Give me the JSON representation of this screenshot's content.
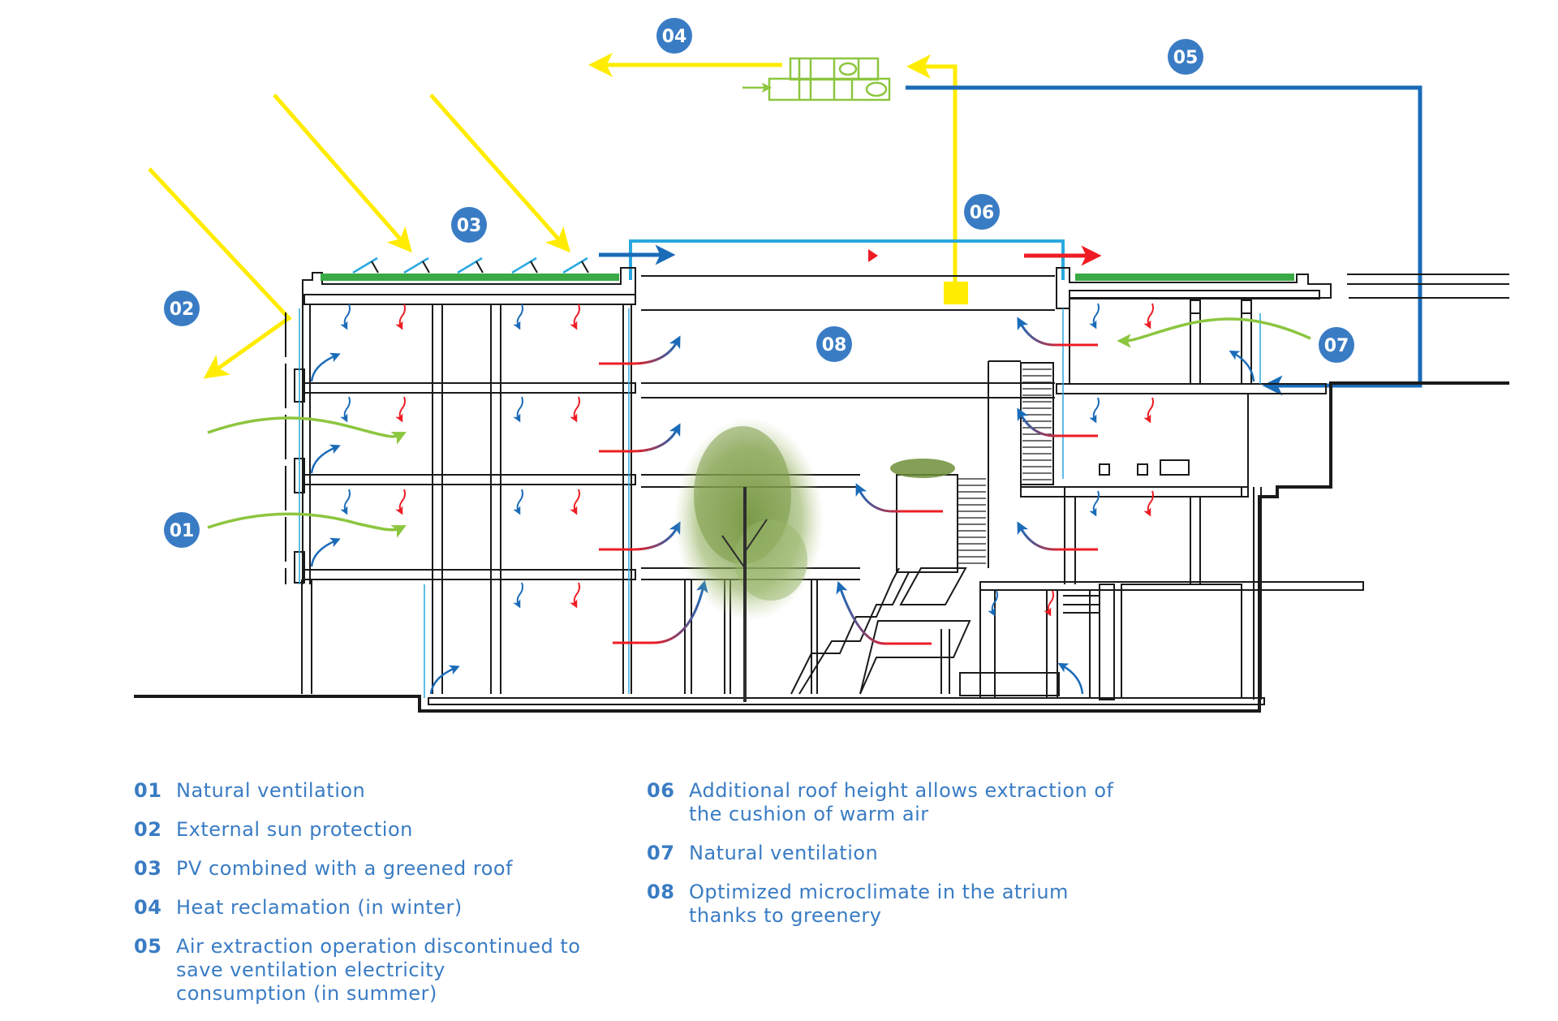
{
  "colors": {
    "badge": "#3a7cc4",
    "sun": "#ffec00",
    "green_roof": "#3aaa45",
    "natural_air": "#8cc63f",
    "cold": "#1a6bb8",
    "warm": "#ee1c24",
    "glass": "#29a8e0",
    "wall": "#1a1a1a"
  },
  "badges": [
    {
      "id": "01",
      "label": "01"
    },
    {
      "id": "02",
      "label": "02"
    },
    {
      "id": "03",
      "label": "03"
    },
    {
      "id": "04",
      "label": "04"
    },
    {
      "id": "05",
      "label": "05"
    },
    {
      "id": "06",
      "label": "06"
    },
    {
      "id": "07",
      "label": "07"
    },
    {
      "id": "08",
      "label": "08"
    }
  ],
  "legend": {
    "left": [
      {
        "num": "01",
        "text": "Natural ventilation"
      },
      {
        "num": "02",
        "text": "External sun protection"
      },
      {
        "num": "03",
        "text": "PV combined with a greened roof"
      },
      {
        "num": "04",
        "text": "Heat reclamation (in winter)"
      },
      {
        "num": "05",
        "text": "Air extraction operation discontinued to save ventilation electricity consumption (in summer)"
      }
    ],
    "right": [
      {
        "num": "06",
        "text": "Additional roof height allows extraction of the cushion of warm air"
      },
      {
        "num": "07",
        "text": "Natural ventilation"
      },
      {
        "num": "08",
        "text": "Optimized microclimate in the atrium thanks to greenery"
      }
    ]
  },
  "icons": {
    "ventilation_unit": "air-handling-unit-icon",
    "tree": "tree-icon",
    "pv_panel": "solar-panel-icon"
  }
}
